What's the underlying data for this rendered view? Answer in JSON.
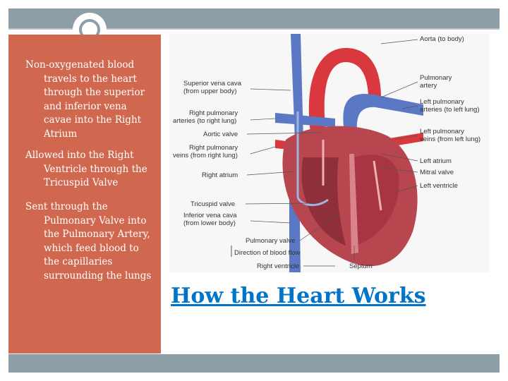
{
  "bullets": [
    "Non-oxygenated blood travels to the heart through the superior and inferior vena cavae into the Right Atrium",
    "Allowed into the Right Ventricle through the Tricuspid Valve",
    "Sent through the Pulmonary Valve into the Pulmonary Artery, which feed blood to the capillaries surrounding the lungs"
  ],
  "diagram": {
    "labels": {
      "aorta": "Aorta (to body)",
      "pulmonary_artery": [
        "Pulmonary",
        "artery"
      ],
      "left_pulmonary_arteries": [
        "Left pulmonary",
        "arteries (to left lung)"
      ],
      "left_pulmonary_veins": [
        "Left pulmonary",
        "veins (from left lung)"
      ],
      "left_atrium": "Left atrium",
      "mitral_valve": "Mitral valve",
      "left_ventricle": "Left ventricle",
      "superior_vena_cava": [
        "Superior vena cava",
        "(from upper body)"
      ],
      "right_pulmonary_arteries": [
        "Right pulmonary",
        "arteries (to right lung)"
      ],
      "aortic_valve": "Aortic valve",
      "right_pulmonary_veins": [
        "Right pulmonary",
        "veins (from right lung)"
      ],
      "right_atrium": "Right atrium",
      "tricuspid_valve": "Tricuspid valve",
      "inferior_vena_cava": [
        "Inferior vena cava",
        "(from lower body)"
      ],
      "pulmonary_valve": "Pulmonary valve",
      "direction_of_flow": "Direction of blood flow",
      "right_ventricle": "Right ventricle",
      "septum": "Septum"
    },
    "colors": {
      "oxygenated": "#d9383e",
      "deoxygenated": "#5b78c4",
      "heart_wall": "#b8464f"
    }
  },
  "link_title": "How the Heart Works",
  "theme": {
    "panel": "#d06850",
    "band": "#8e9ea6",
    "link": "#0074c8"
  }
}
